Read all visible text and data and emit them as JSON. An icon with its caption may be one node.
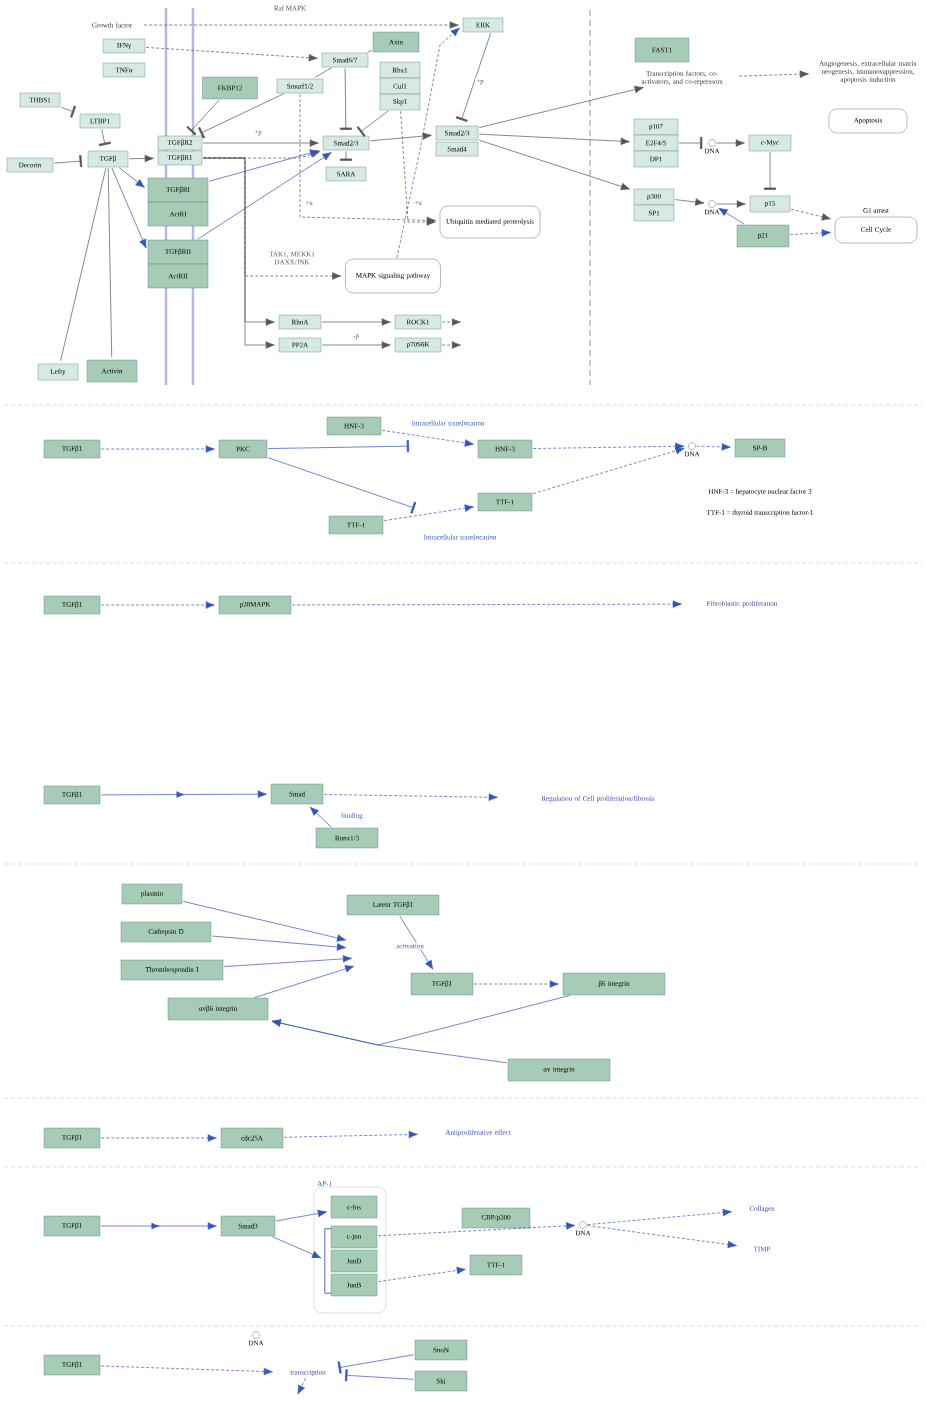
{
  "diagram": {
    "nodes": [
      {
        "text": [
          "Growth factor"
        ]
      },
      {
        "text": [
          "IFNγ"
        ]
      },
      {
        "text": [
          "TNFα"
        ]
      },
      {
        "text": [
          "THBS1"
        ]
      },
      {
        "text": [
          "LTBP1"
        ]
      },
      {
        "text": [
          "Decorin"
        ]
      },
      {
        "text": [
          "TGFβ"
        ]
      },
      {
        "text": [
          "TGFβR2"
        ]
      },
      {
        "text": [
          "TGFβR1"
        ]
      },
      {
        "text": [
          "TGFβRI"
        ]
      },
      {
        "text": [
          "ActRI"
        ]
      },
      {
        "text": [
          "TGFβRII"
        ]
      },
      {
        "text": [
          "ActRII"
        ]
      },
      {
        "text": [
          "FKBP12"
        ]
      },
      {
        "text": [
          "Smurf1/2"
        ]
      },
      {
        "text": [
          "Smad6/7"
        ]
      },
      {
        "text": [
          "Axin"
        ]
      },
      {
        "text": [
          "Rbx1"
        ]
      },
      {
        "text": [
          "Cul1"
        ]
      },
      {
        "text": [
          "Skp1"
        ]
      },
      {
        "text": [
          "Smad2/3"
        ]
      },
      {
        "text": [
          "SARA"
        ]
      },
      {
        "text": [
          "Smad2/3"
        ]
      },
      {
        "text": [
          "Smad4"
        ]
      },
      {
        "text": [
          "ERK"
        ]
      },
      {
        "text": [
          "Ubiquitin mediated proteolysis"
        ]
      },
      {
        "text": [
          "MAPK signaling pathway"
        ]
      },
      {
        "text": [
          "RhoA"
        ]
      },
      {
        "text": [
          "ROCK1"
        ]
      },
      {
        "text": [
          "PP2A"
        ]
      },
      {
        "text": [
          "p70S6K"
        ]
      },
      {
        "text": [
          "Lefty"
        ]
      },
      {
        "text": [
          "Activin"
        ]
      },
      {
        "text": [
          "FAST1"
        ]
      },
      {
        "text": [
          "Transcription factors, co-activators, and co-repressors"
        ]
      },
      {
        "text": [
          "Angiogenesis, extracellular matrix neogenesis, immunosuppression, apoptosis induction"
        ]
      },
      {
        "text": [
          "Apoptosis"
        ]
      },
      {
        "text": [
          "p107"
        ]
      },
      {
        "text": [
          "E2F4/5"
        ]
      },
      {
        "text": [
          "DP1"
        ]
      },
      {
        "text": [],
        "shape": "circle",
        "beside": [
          "DNA"
        ]
      },
      {
        "text": [
          "c-Myc"
        ]
      },
      {
        "text": [
          "p300"
        ]
      },
      {
        "text": [
          "SP1"
        ]
      },
      {
        "text": [],
        "shape": "circle",
        "beside": [
          "DNA"
        ]
      },
      {
        "text": [
          "p15"
        ]
      },
      {
        "text": [
          "p21"
        ]
      },
      {
        "text": [
          "G1 arrest",
          "Cell Cycle"
        ]
      },
      {
        "text": [
          "TGFβ1"
        ]
      },
      {
        "text": [
          "PKC"
        ]
      },
      {
        "text": [
          "HNF-3"
        ]
      },
      {
        "text": [
          "HNF-3"
        ]
      },
      {
        "text": [
          "TTF-1"
        ]
      },
      {
        "text": [
          "TTF-1"
        ]
      },
      {
        "text": [],
        "shape": "circle",
        "beside": [
          "DNA"
        ]
      },
      {
        "text": [
          "SP-B"
        ]
      },
      {
        "text": [
          "TGFβ1"
        ]
      },
      {
        "text": [
          "p38MAPK"
        ]
      },
      {
        "text": [
          "Fibroblastic proliferation"
        ]
      },
      {
        "text": [
          "TGFβ1"
        ]
      },
      {
        "text": [
          "Smad"
        ]
      },
      {
        "text": [
          "Regulation of Cell proliferation/fibrosis"
        ]
      },
      {
        "text": [
          "Runx1/3"
        ]
      },
      {
        "text": [
          "plasmin"
        ]
      },
      {
        "text": [
          "Cathepsin D"
        ]
      },
      {
        "text": [
          "Thrombospondin I"
        ]
      },
      {
        "text": [
          "αvβ6 integrin"
        ]
      },
      {
        "text": [
          "Latent TGFβ1"
        ]
      },
      {
        "text": [
          "TGFβ1"
        ]
      },
      {
        "text": [
          "β6 integrin"
        ]
      },
      {
        "text": [
          "αv integrin"
        ]
      },
      {
        "text": [
          "TGFβ1"
        ]
      },
      {
        "text": [
          "cdc25A"
        ]
      },
      {
        "text": [
          "Antiproliferative effect"
        ]
      },
      {
        "text": [
          "TGFβ1"
        ]
      },
      {
        "text": [
          "Smad3"
        ]
      },
      {
        "text": [
          "AP-1"
        ]
      },
      {
        "text": [
          "c-fos"
        ],
        "in": 76
      },
      {
        "text": [
          "c-jun"
        ],
        "in": 76
      },
      {
        "text": [
          "JunD"
        ],
        "in": 76
      },
      {
        "text": [
          "JunB"
        ],
        "in": 76
      },
      {
        "text": [
          "CBP/p300"
        ]
      },
      {
        "text": [
          "TTF-1"
        ]
      },
      {
        "text": [],
        "shape": "circle",
        "beside": [
          "DNA"
        ]
      },
      {
        "text": [
          "Collagen"
        ]
      },
      {
        "text": [
          "TIMP"
        ]
      },
      {
        "text": [
          "TGFβ1"
        ]
      },
      {
        "text": [],
        "shape": "circle",
        "beside": [
          "DNA"
        ]
      },
      {
        "text": [
          "transcription"
        ]
      },
      {
        "text": [
          "SnoN"
        ]
      },
      {
        "text": [
          "Ski"
        ]
      },
      {
        "text": [],
        "shape": "bar",
        "in": 76
      }
    ],
    "edges": [
      {
        "from": 0,
        "to": 24,
        "arrow": "to",
        "style": "dashed",
        "color": "#555555",
        "label": "Raf MAPK"
      },
      {
        "from": 1,
        "to": 15,
        "arrow": "to",
        "style": "dashed",
        "color": "#555555"
      },
      {
        "from": 3,
        "to": 4,
        "arrow": "other",
        "color": "#555555"
      },
      {
        "from": 4,
        "to": 6,
        "arrow": "other",
        "color": "#555555"
      },
      {
        "from": 5,
        "to": 6,
        "arrow": "other",
        "color": "#555555"
      },
      {
        "from": 6,
        "to": 8,
        "arrow": "to",
        "color": "#555555"
      },
      {
        "from": 6,
        "to": 9,
        "arrow": "to",
        "color": "#3355bb"
      },
      {
        "from": 6,
        "to": 11,
        "arrow": "to",
        "color": "#3355bb"
      },
      {
        "from": 6,
        "to": 31,
        "arrow": "none",
        "color": "#555555"
      },
      {
        "from": 6,
        "to": 32,
        "arrow": "none",
        "color": "#555555"
      },
      {
        "from": 13,
        "to": 7,
        "arrow": "other",
        "color": "#555555"
      },
      {
        "from": 14,
        "to": 7,
        "arrow": "other",
        "color": "#555555"
      },
      {
        "from": 16,
        "to": 15,
        "arrow": "none",
        "color": "#555555"
      },
      {
        "from": 15,
        "to": 14,
        "arrow": "none",
        "color": "#555555"
      },
      {
        "from": 15,
        "to": 20,
        "arrow": "other",
        "color": "#555555"
      },
      {
        "from": 19,
        "to": 20,
        "arrow": "other",
        "color": "#555555"
      },
      {
        "from": 7,
        "to": 20,
        "arrow": "to",
        "color": "#555555",
        "label": "+p"
      },
      {
        "from": 8,
        "to": 20,
        "arrow": "to",
        "style": "dashed",
        "color": "#555555"
      },
      {
        "from": 9,
        "to": 20,
        "arrow": "to",
        "color": "#3355bb"
      },
      {
        "from": 11,
        "to": 20,
        "arrow": "to",
        "color": "#3355bb"
      },
      {
        "from": 20,
        "to": 21,
        "arrow": "other",
        "color": "#555555"
      },
      {
        "from": 20,
        "to": 22,
        "arrow": "to",
        "color": "#555555"
      },
      {
        "from": 14,
        "to": 25,
        "arrow": "to",
        "style": "dashed",
        "color": "#555555",
        "label": "+u"
      },
      {
        "from": 19,
        "to": 25,
        "arrow": "to",
        "style": "dashed",
        "color": "#555555",
        "label": "+u"
      },
      {
        "from": 26,
        "to": 24,
        "arrow": "to",
        "style": "dashed",
        "color": "#3355bb"
      },
      {
        "from": 24,
        "to": 22,
        "arrow": "other",
        "color": "#555555",
        "label": "+p"
      },
      {
        "from": 8,
        "to": 26,
        "arrow": "to",
        "style": "dashed",
        "color": "#555555",
        "label": "TAK1, MEKK1 DAXX/JNK"
      },
      {
        "from": 8,
        "to": 27,
        "arrow": "to",
        "color": "#555555"
      },
      {
        "from": 8,
        "to": 29,
        "arrow": "to",
        "color": "#555555"
      },
      {
        "from": 27,
        "to": 28,
        "arrow": "to",
        "color": "#555555"
      },
      {
        "from": 29,
        "to": 30,
        "arrow": "to",
        "color": "#555555",
        "label": "-p"
      },
      {
        "from": 28,
        "to": null,
        "arrow": "to",
        "style": "dashed",
        "color": "#555555"
      },
      {
        "from": 30,
        "to": null,
        "arrow": "to",
        "style": "dashed",
        "color": "#555555"
      },
      {
        "from": 22,
        "to": 34,
        "arrow": "to",
        "color": "#555555"
      },
      {
        "from": 22,
        "to": 38,
        "arrow": "to",
        "color": "#555555"
      },
      {
        "from": 22,
        "to": 42,
        "arrow": "to",
        "color": "#555555"
      },
      {
        "from": 34,
        "to": 35,
        "arrow": "to",
        "style": "dashed",
        "color": "#555555"
      },
      {
        "from": 38,
        "to": 40,
        "arrow": "other",
        "color": "#555555"
      },
      {
        "from": 40,
        "to": 41,
        "arrow": "to",
        "color": "#555555"
      },
      {
        "from": 41,
        "to": 45,
        "arrow": "other",
        "color": "#555555"
      },
      {
        "from": 42,
        "to": 44,
        "arrow": "to",
        "color": "#555555"
      },
      {
        "from": 44,
        "to": 45,
        "arrow": "to",
        "color": "#555555"
      },
      {
        "from": 46,
        "to": 44,
        "arrow": "to",
        "color": "#3355bb"
      },
      {
        "from": 46,
        "to": 47,
        "arrow": "to",
        "style": "dashed",
        "color": "#3355bb"
      },
      {
        "from": 45,
        "to": 47,
        "arrow": "to",
        "style": "dashed",
        "color": "#555555"
      },
      {
        "from": 48,
        "to": 49,
        "arrow": "to",
        "style": "dashed",
        "color": "#3355bb"
      },
      {
        "from": 49,
        "to": null,
        "arrow": "other",
        "color": "#3355bb"
      },
      {
        "from": 49,
        "to": null,
        "arrow": "other",
        "color": "#3355bb"
      },
      {
        "from": 50,
        "to": 51,
        "arrow": "to",
        "style": "dashed",
        "color": "#3355bb",
        "label": "Intracellular translocation"
      },
      {
        "from": 52,
        "to": 53,
        "arrow": "to",
        "style": "dashed",
        "color": "#3355bb",
        "label": "Intracellular translocation"
      },
      {
        "from": 51,
        "to": 54,
        "arrow": "to",
        "style": "dashed",
        "color": "#3355bb"
      },
      {
        "from": 53,
        "to": 54,
        "arrow": "to",
        "style": "dashed",
        "color": "#3355bb"
      },
      {
        "from": 54,
        "to": 55,
        "arrow": "to",
        "style": "dashed",
        "color": "#3355bb"
      },
      {
        "from": 56,
        "to": 57,
        "arrow": "to",
        "style": "dashed",
        "color": "#3355bb"
      },
      {
        "from": 57,
        "to": 58,
        "arrow": "to",
        "style": "dashed",
        "color": "#3355bb"
      },
      {
        "from": 59,
        "to": 60,
        "arrow": "to",
        "color": "#3355bb"
      },
      {
        "from": 60,
        "to": 61,
        "arrow": "to",
        "style": "dashed",
        "color": "#3355bb"
      },
      {
        "from": 62,
        "to": 60,
        "arrow": "to",
        "color": "#3355bb",
        "label": "binding"
      },
      {
        "from": 63,
        "to": null,
        "arrow": "to",
        "color": "#3355bb"
      },
      {
        "from": 64,
        "to": null,
        "arrow": "to",
        "color": "#3355bb"
      },
      {
        "from": 65,
        "to": null,
        "arrow": "to",
        "color": "#3355bb"
      },
      {
        "from": 66,
        "to": null,
        "arrow": "to",
        "color": "#3355bb"
      },
      {
        "from": 67,
        "to": 68,
        "arrow": "to",
        "color": "#3355bb",
        "label": "activation"
      },
      {
        "from": 68,
        "to": 69,
        "arrow": "to",
        "style": "dashed",
        "color": "#3355bb"
      },
      {
        "from": 69,
        "to": 66,
        "arrow": "to",
        "color": "#3355bb"
      },
      {
        "from": 70,
        "to": 66,
        "arrow": "to",
        "color": "#3355bb"
      },
      {
        "from": 71,
        "to": 72,
        "arrow": "to",
        "style": "dashed",
        "color": "#3355bb"
      },
      {
        "from": 72,
        "to": 73,
        "arrow": "to",
        "style": "dashed",
        "color": "#3355bb"
      },
      {
        "from": 74,
        "to": 75,
        "arrow": "to",
        "color": "#3355bb"
      },
      {
        "from": 75,
        "to": 77,
        "arrow": "to",
        "color": "#3355bb"
      },
      {
        "from": 75,
        "to": 91,
        "arrow": "to",
        "color": "#3355bb"
      },
      {
        "from": 78,
        "to": 83,
        "arrow": "to",
        "style": "dashed",
        "color": "#3355bb"
      },
      {
        "from": 80,
        "to": 82,
        "arrow": "to",
        "style": "dashed",
        "color": "#3355bb"
      },
      {
        "from": 83,
        "to": 84,
        "arrow": "to",
        "style": "dashed",
        "color": "#3355bb"
      },
      {
        "from": 83,
        "to": 85,
        "arrow": "to",
        "style": "dashed",
        "color": "#3355bb"
      },
      {
        "from": 86,
        "to": 88,
        "arrow": "to",
        "style": "dashed",
        "color": "#3355bb"
      },
      {
        "from": 88,
        "to": null,
        "arrow": "to",
        "style": "dashed",
        "color": "#3355bb"
      },
      {
        "from": 89,
        "to": 88,
        "arrow": "other",
        "color": "#3355bb"
      },
      {
        "from": 90,
        "to": 88,
        "arrow": "other",
        "color": "#3355bb"
      }
    ],
    "labels": [
      "HNF-3 = hepatocyte nuclear factor 3",
      "TTF-1 = thyroid transcription factor-1"
    ]
  }
}
